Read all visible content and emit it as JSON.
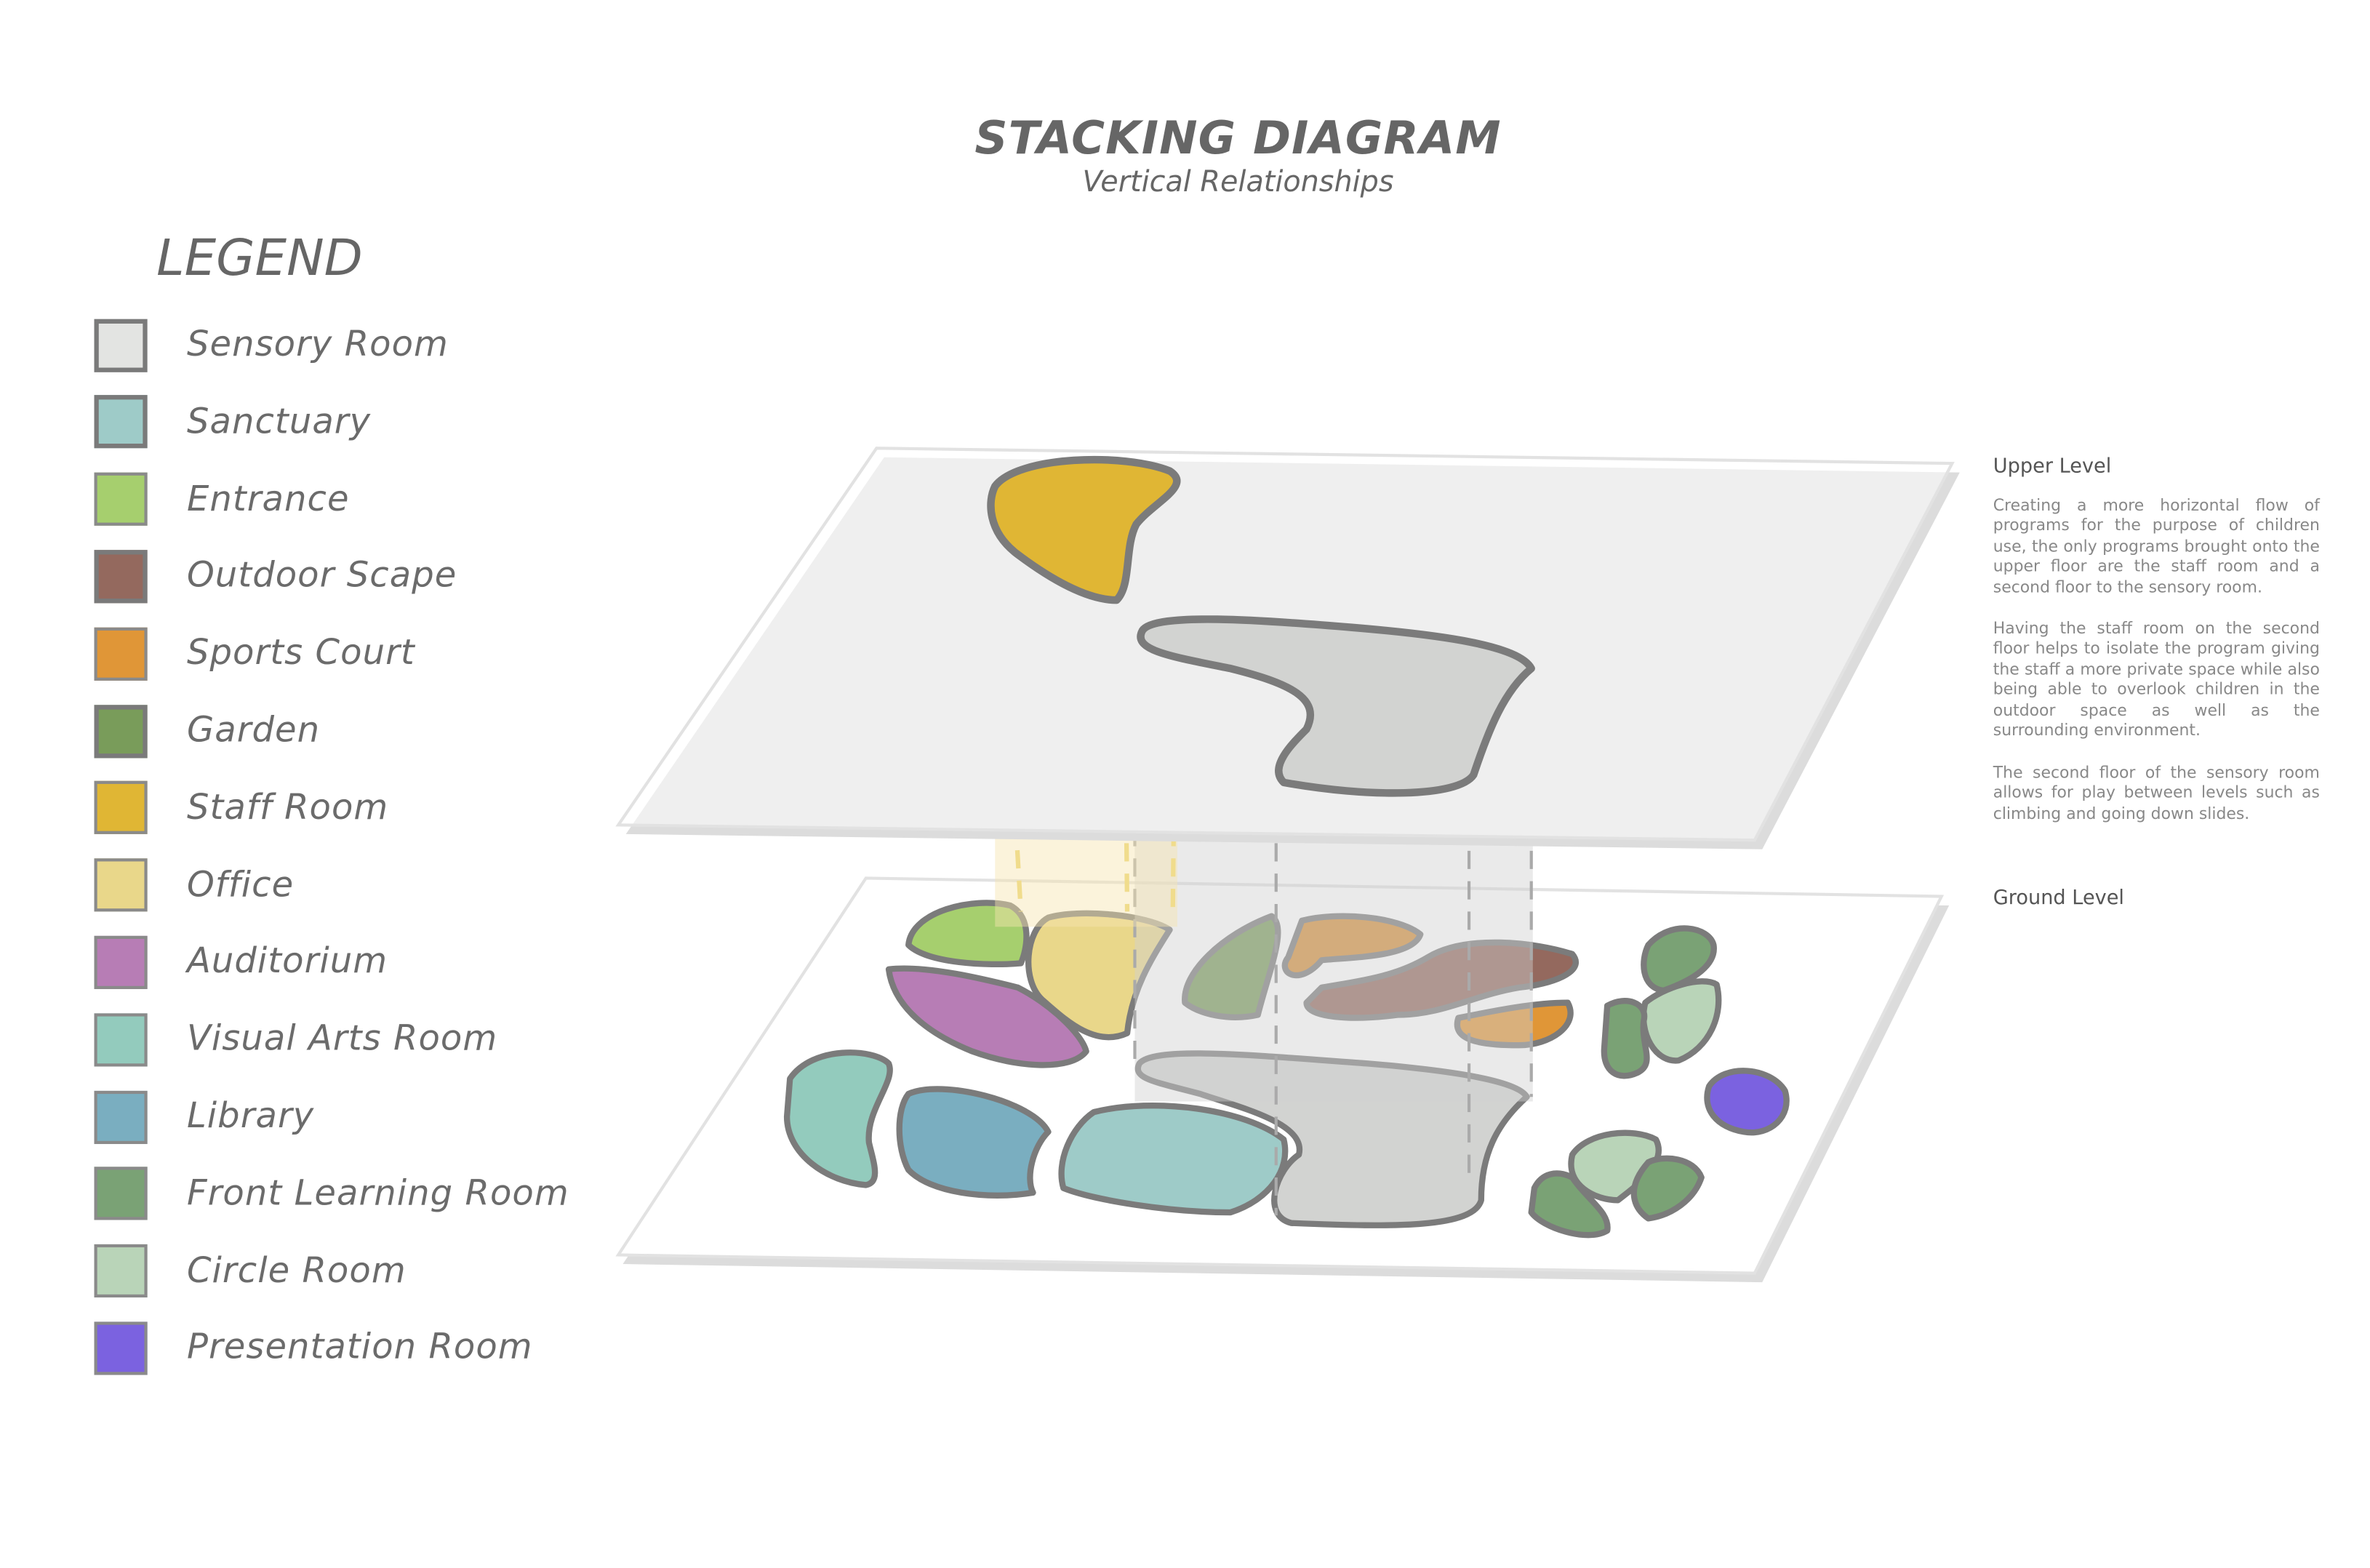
{
  "header": {
    "title": "STACKING DIAGRAM",
    "subtitle": "Vertical Relationships"
  },
  "legend": {
    "title": "LEGEND",
    "items": [
      {
        "label": "Sensory Room",
        "color": "#e3e4e2"
      },
      {
        "label": "Sanctuary",
        "color": "#9ecbc8"
      },
      {
        "label": "Entrance",
        "color": "#a6cf6e"
      },
      {
        "label": "Outdoor Scape",
        "color": "#94695e"
      },
      {
        "label": "Sports Court",
        "color": "#e09637"
      },
      {
        "label": "Garden",
        "color": "#799c5a"
      },
      {
        "label": "Staff Room",
        "color": "#e0b634"
      },
      {
        "label": "Office",
        "color": "#e9d78a"
      },
      {
        "label": "Auditorium",
        "color": "#b77db5"
      },
      {
        "label": "Visual Arts Room",
        "color": "#93cbbd"
      },
      {
        "label": "Library",
        "color": "#7aaec0"
      },
      {
        "label": "Front Learning Room",
        "color": "#7aa275"
      },
      {
        "label": "Circle Room",
        "color": "#b9d4b8"
      },
      {
        "label": "Presentation Room",
        "color": "#7b62e0"
      }
    ]
  },
  "notes": {
    "upper_level": {
      "title": "Upper Level",
      "paragraphs": [
        "Creating a more horizontal flow of programs for the purpose of children use, the only programs brought onto the upper floor are the staff room and a second floor to the sensory room.",
        "Having the staff room on the second floor helps to isolate the program giving the staff a more private space while also being able to overlook children in the outdoor space as well as the surrounding environment.",
        "The second floor of the sensory room allows for play between levels such as climbing and going down slides."
      ]
    },
    "ground_level": {
      "title": "Ground Level"
    }
  }
}
